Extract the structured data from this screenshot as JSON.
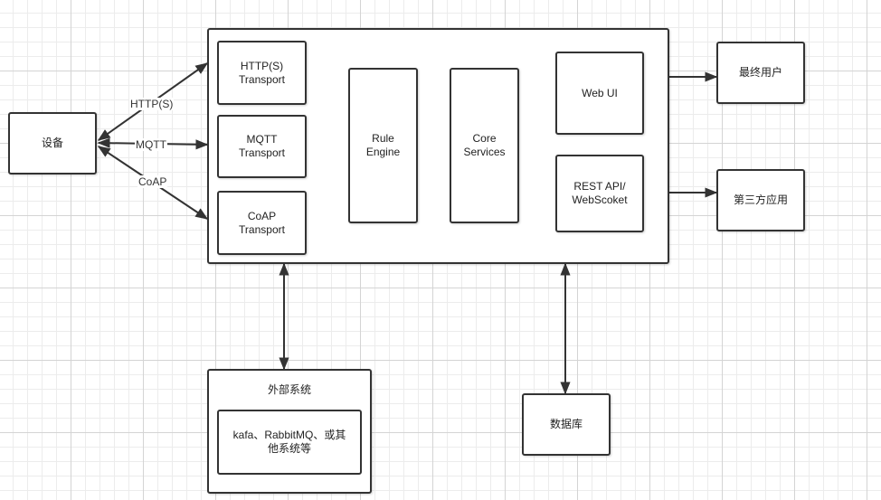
{
  "nodes": {
    "device": "设备",
    "http_transport": "HTTP(S)\nTransport",
    "mqtt_transport": "MQTT\nTransport",
    "coap_transport": "CoAP\nTransport",
    "rule_engine": "Rule\nEngine",
    "core_services": "Core\nServices",
    "web_ui": "Web UI",
    "rest_api": "REST API/\nWebScoket",
    "end_user": "最终用户",
    "third_party": "第三方应用",
    "external": "外部系统",
    "external_inner": "kafa、RabbitMQ、或其\n他系统等",
    "database": "数据库"
  },
  "edge_labels": {
    "http": "HTTP(S)",
    "mqtt": "MQTT",
    "coap": "CoAP"
  }
}
